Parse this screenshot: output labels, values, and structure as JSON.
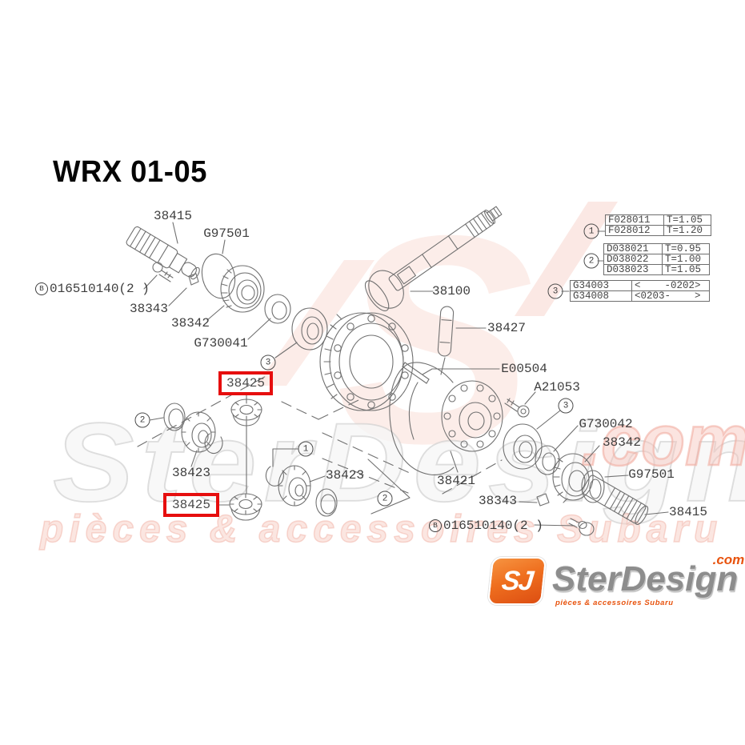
{
  "title": "WRX 01-05",
  "diagram": {
    "highlight_color": "#e60e0e",
    "labels": {
      "shaft_top": "38415",
      "ring_top": "G97501",
      "bolt_top": "016510140(2 )",
      "washer_top": "38343",
      "bearing_top": "38342",
      "bearing_g730041": "G730041",
      "drive_pinion": "38100",
      "pin": "38427",
      "oil_seal": "E00504",
      "case_bolt": "A21053",
      "race_right": "G730042",
      "bearing_right": "38342",
      "ring_right": "G97501",
      "diff_case": "38421",
      "washer_right": "38343",
      "bolt_bottom": "016510140(2 )",
      "shaft_right": "38415",
      "side_gear_left": "38423",
      "side_gear_mid": "38423"
    },
    "highlighted": {
      "pinion_top": "38425",
      "pinion_bottom": "38425"
    },
    "refs": {
      "r1": "1",
      "r2": "2",
      "r3": "3",
      "b": "B"
    }
  },
  "ref_tables": {
    "shim_t1": {
      "rows": [
        {
          "part": "F028011",
          "spec": "T=1.05"
        },
        {
          "part": "F028012",
          "spec": "T=1.20"
        }
      ]
    },
    "shim_t2": {
      "rows": [
        {
          "part": "D038021",
          "spec": "T=0.95"
        },
        {
          "part": "D038022",
          "spec": "T=1.00"
        },
        {
          "part": "D038023",
          "spec": "T=1.05"
        }
      ]
    },
    "shim_t3": {
      "rows": [
        {
          "part": "G34003",
          "spec": "<    -0202>"
        },
        {
          "part": "G34008",
          "spec": "<0203-    >"
        }
      ]
    }
  },
  "watermark": {
    "monogram": "S",
    "name": "SterDesign",
    "tld": ".com",
    "tagline": "pièces & accessoires Subaru"
  },
  "logo": {
    "monogram": "SJ",
    "name": "SterDesign",
    "tld": ".com",
    "tagline": "pièces & accessoires Subaru"
  }
}
